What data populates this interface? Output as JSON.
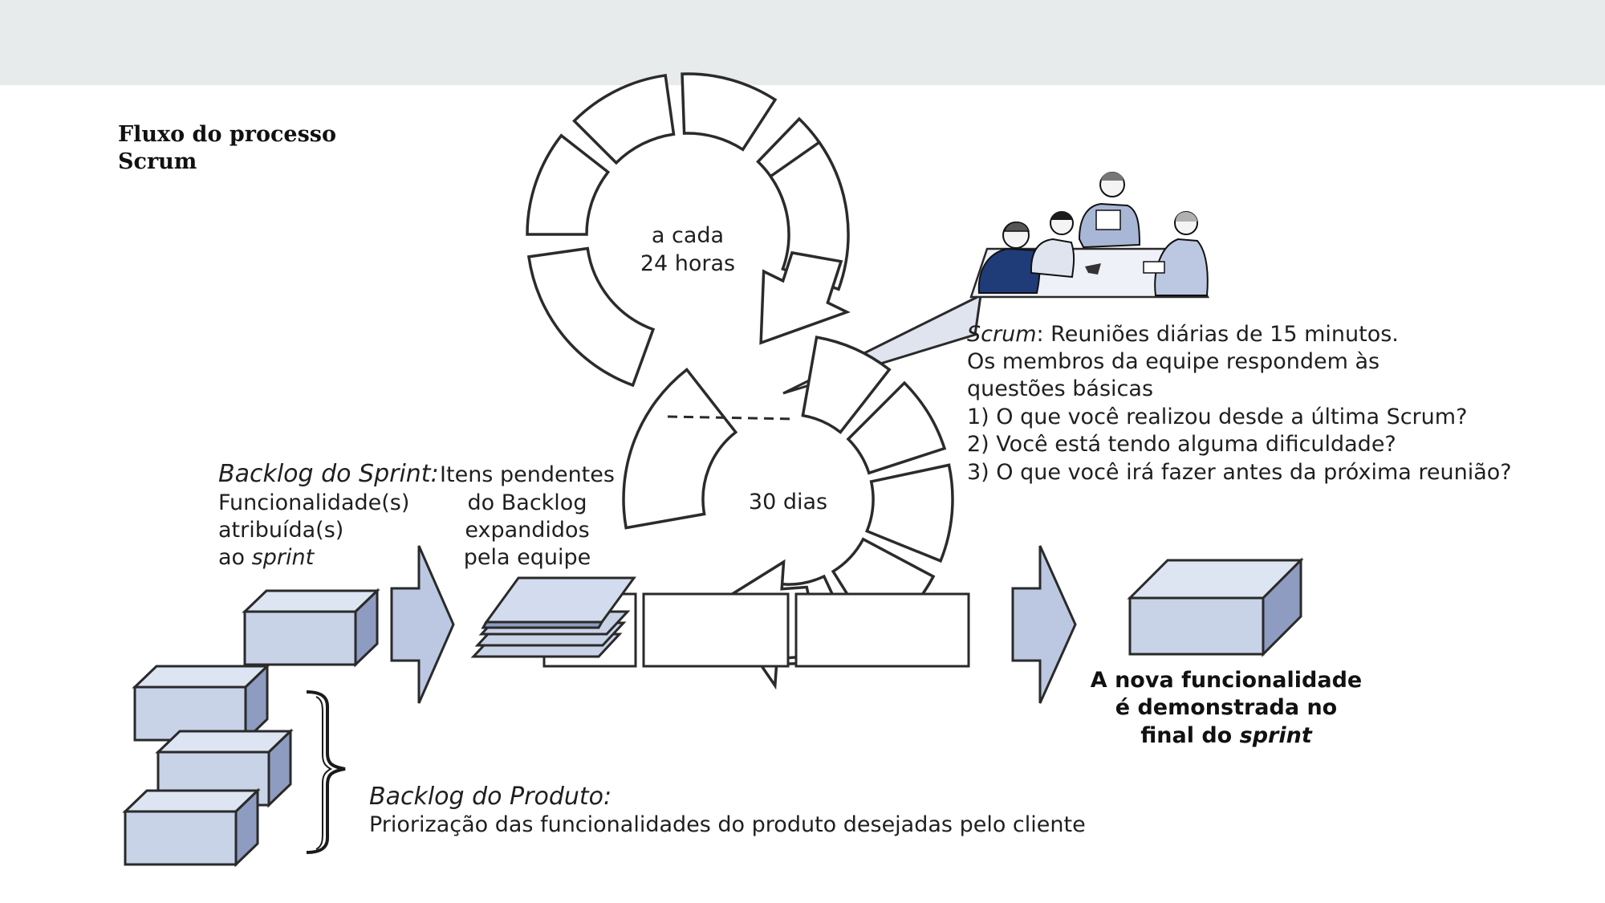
{
  "title": {
    "line1": "Fluxo do processo",
    "line2": "Scrum"
  },
  "daily_cycle": {
    "line1": "a cada",
    "line2": "24 horas"
  },
  "sprint_cycle": {
    "label": "30 dias"
  },
  "scrum_meeting": {
    "term": "Scrum",
    "line1_rest": ": Reuniões diárias de 15 minutos.",
    "line2": "Os membros da equipe respondem às",
    "line3": "questões básicas",
    "q1": "1) O que você realizou desde a última Scrum?",
    "q2": "2) Você está tendo alguma dificuldade?",
    "q3": "3) O que você irá fazer antes da próxima reunião?"
  },
  "sprint_backlog": {
    "heading": "Backlog do Sprint:",
    "line1": "Funcionalidade(s)",
    "line2": "atribuída(s)",
    "line3_prefix": "ao ",
    "line3_term": "sprint"
  },
  "expanded_items": {
    "line1": "Itens pendentes",
    "line2": "do Backlog",
    "line3": "expandidos",
    "line4": "pela equipe"
  },
  "product_backlog": {
    "heading": "Backlog do Produto:",
    "description": "Priorização das funcionalidades do produto desejadas pelo cliente"
  },
  "result": {
    "line1": "A nova funcionalidade",
    "line2": "é demonstrada no",
    "line3_prefix": "final do ",
    "line3_term": "sprint"
  },
  "icons": [
    "team-meeting-illustration",
    "flow-arrow",
    "box",
    "document-stack",
    "brace"
  ],
  "colors": {
    "box_fill": "#c8d3e8",
    "box_side": "#8d9cc0",
    "arrow_fill": "#bcc8e2",
    "team_blue": "#1f3c78",
    "top_bar": "#e8ebec"
  }
}
